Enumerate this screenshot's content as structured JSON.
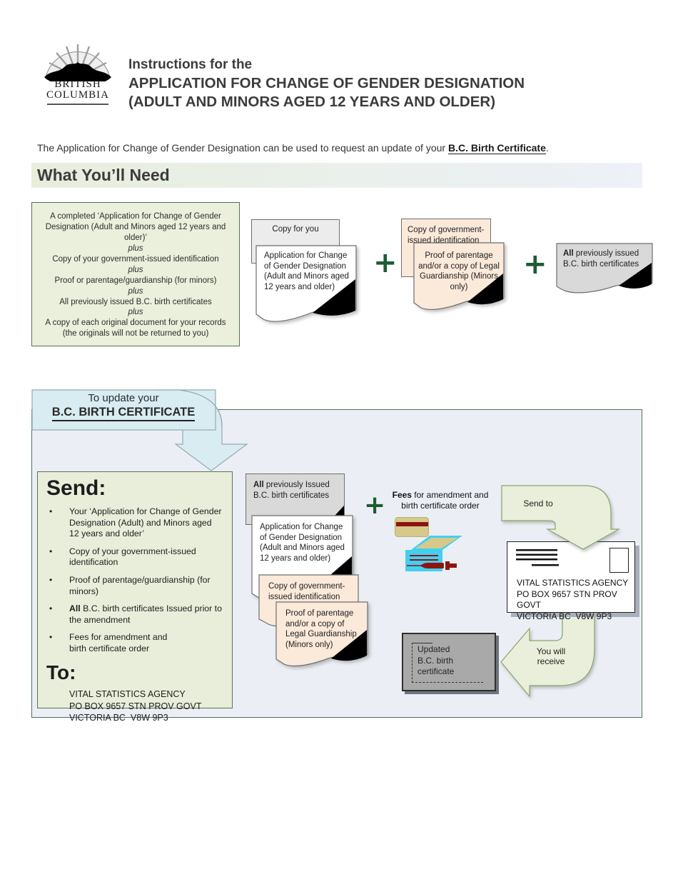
{
  "colors": {
    "accent_plus": "#1e5c32",
    "green_box_bg": "#eaf0db",
    "green_box_border": "#55724f",
    "panel_bg": "#ebeff5",
    "panel_border": "#4e7158",
    "blue_bg": "#d8ecf2",
    "peach_bg": "#fbe9da",
    "gray_doc_bg": "#d9d9d9",
    "doc_border": "#6e6e6e",
    "arrow_green_bg": "#e9efda",
    "arrow_green_border": "#8aa471",
    "send_box_bg": "#e8eeda",
    "send_box_border": "#5d6f5a",
    "cert_box_bg": "#a9a9a9",
    "card_tan": "#d6ca8b",
    "cheque_cyan": "#43cff2",
    "dark_red": "#8e1410",
    "banner_from": "#e7eedd",
    "banner_to": "#edf1f8"
  },
  "header": {
    "logo_top": "BRITISH",
    "logo_bottom": "COLUMBIA",
    "title_line1": "Instructions for the",
    "title_line2": "APPLICATION FOR CHANGE OF GENDER DESIGNATION",
    "title_line3": "(ADULT AND MINORS AGED 12 YEARS AND OLDER)"
  },
  "intro": {
    "text": "The Application for Change of Gender Designation can be used to request an update of your ",
    "link": "B.C. Birth Certificate",
    "period": "."
  },
  "section": {
    "title": "What You’ll Need"
  },
  "plus_sign": "+",
  "requirements": {
    "separator": "plus",
    "items": [
      "A completed ‘Application for Change of Gender Designation (Adult and Minors aged 12 years and older)’",
      "Copy of your government-issued identification",
      "Proof or parentage/guardianship (for minors)",
      "All previously issued B.C. birth certificates",
      "A copy of each original document for your records (the originals will not be returned to you)"
    ]
  },
  "docs_top": {
    "copy_for_you": "Copy for you",
    "application": "Application for Change of Gender Designation (Adult and Minors aged 12 years and older)",
    "gov_id": "Copy of government-issued identification",
    "proof": "Proof of parentage and/or a copy of Legal Guardianship (Minors only)",
    "all_prev_bold": "All",
    "all_prev_text": " previously issued B.C. birth certificates"
  },
  "flow": {
    "label_line1": "To update your",
    "label_line2": "B.C. BIRTH CERTIFICATE",
    "send_heading": "Send:",
    "bullets": [
      {
        "bold": "",
        "text": "Your ‘Application for Change of Gender Designation (Adult) and Minors aged 12 years and older’"
      },
      {
        "bold": "",
        "text": "Copy of your government-issued identification"
      },
      {
        "bold": "",
        "text": "Proof of parentage/guardianship (for minors)"
      },
      {
        "bold": "All",
        "text": " B.C. birth certificates Issued prior to the amendment"
      },
      {
        "bold": "",
        "text": "Fees for amendment and\nbirth certificate order"
      }
    ],
    "to_heading": "To:",
    "address": [
      "VITAL STATISTICS AGENCY",
      "PO BOX 9657 STN PROV GOVT",
      "VICTORIA BC  V8W 9P3"
    ],
    "docs": {
      "all_prev_bold": "All",
      "all_prev_text": " previously Issued B.C. birth certificates",
      "application": "Application for Change of Gender Designation (Adult and Minors aged 12 years and older)",
      "gov_id": "Copy of government-issued identification",
      "proof": "Proof of parentage and/or a copy of Legal Guardianship (Minors only)"
    },
    "fees_bold": "Fees",
    "fees_text": " for amendment and birth certificate order",
    "send_to": "Send to",
    "receive": "You will receive",
    "envelope_address": [
      "VITAL STATISTICS AGENCY",
      "PO BOX 9657 STN PROV GOVT",
      "VICTORIA BC  V8W 9P3"
    ],
    "result_lines": [
      "Updated",
      "B.C. birth",
      "certificate"
    ]
  }
}
